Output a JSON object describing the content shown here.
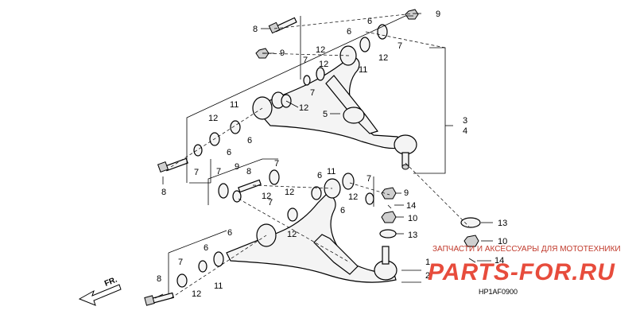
{
  "callouts": {
    "c8a": "8",
    "c9a": "9",
    "c9b": "9",
    "c6a": "6",
    "c6b": "6",
    "c7a": "7",
    "c7b": "7",
    "c12a": "12",
    "c12b": "12",
    "c11a": "11",
    "c7c": "7",
    "c12c": "12",
    "c12d": "12",
    "c11b": "11",
    "c5": "5",
    "c3": "3",
    "c4": "4",
    "c12e": "12",
    "c6c": "6",
    "c6d": "6",
    "c7d": "7",
    "c8b": "8",
    "c7e": "7",
    "c9c": "9",
    "c8c": "8",
    "c6e": "6",
    "c11c": "11",
    "c7f": "7",
    "c12f": "12",
    "c7g": "7",
    "c12g": "12",
    "c6f": "6",
    "c12h": "12",
    "c9d": "9",
    "c14a": "14",
    "c10a": "10",
    "c13a": "13",
    "c13b": "13",
    "c10b": "10",
    "c12i": "12",
    "c6g": "6",
    "c6h": "6",
    "c7h": "7",
    "c11d": "11",
    "c8d": "8",
    "c12j": "12",
    "c1": "1",
    "c2": "2",
    "c14b": "14"
  },
  "watermark": {
    "line1": "ЗАПЧАСТИ И АКСЕССУАРЫ ДЛЯ МОТОТЕХНИКИ",
    "line2": "PARTS-FOR.RU"
  },
  "diagram_code": "HP1AF0900",
  "direction_label": "FR."
}
